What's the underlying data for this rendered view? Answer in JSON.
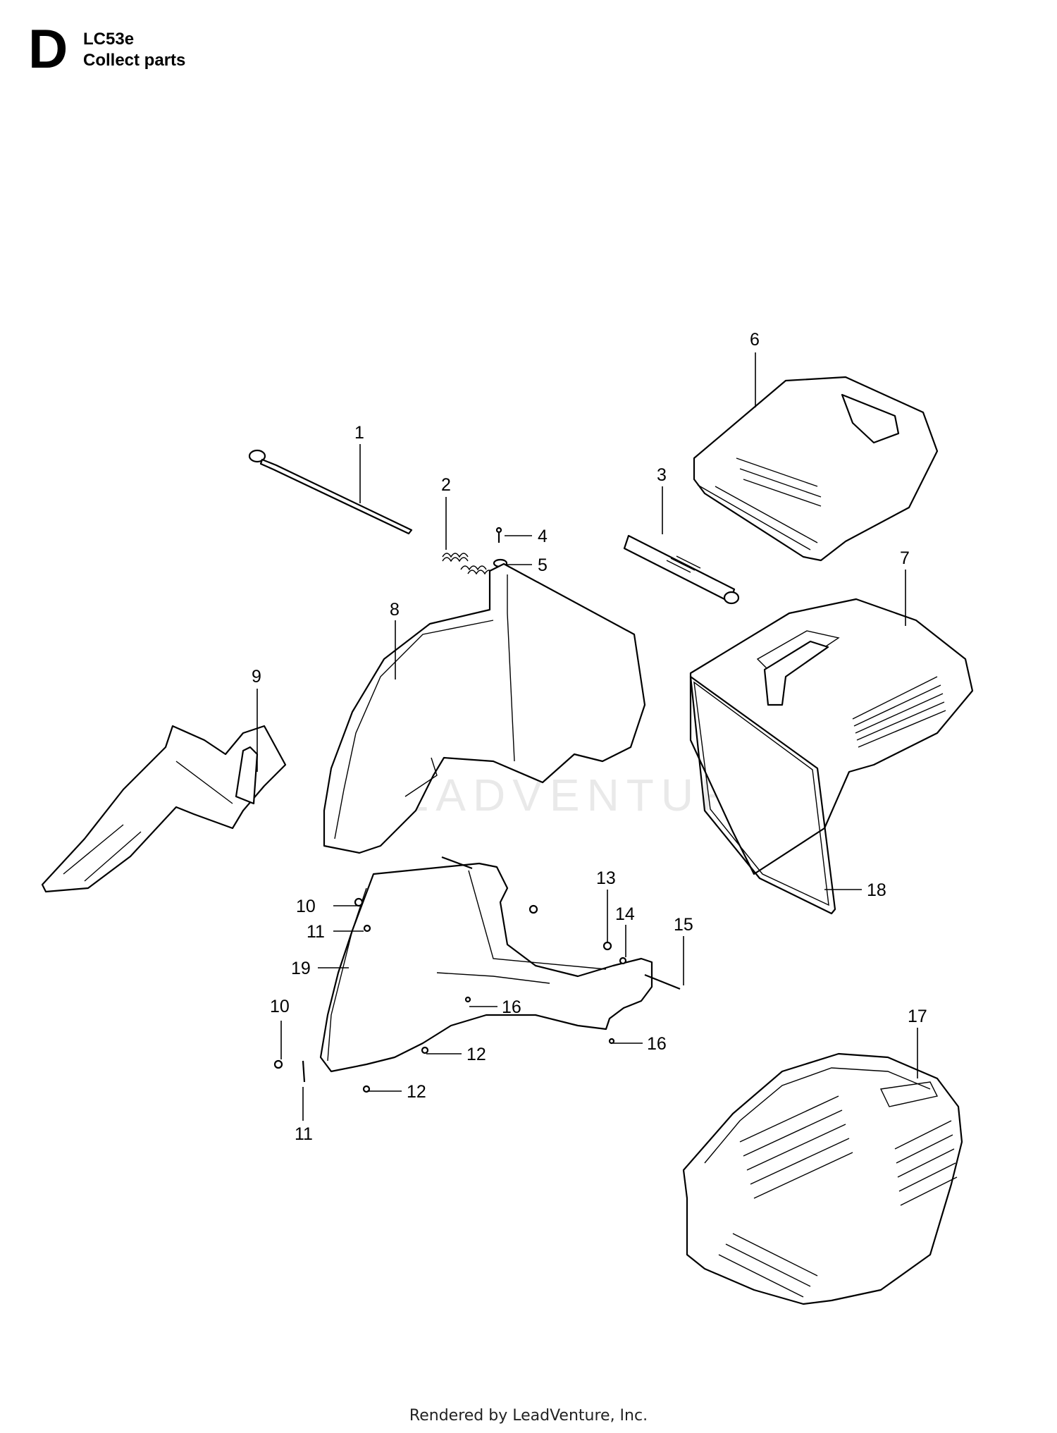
{
  "header": {
    "section_letter": "D",
    "model": "LC53e",
    "title": "Collect parts"
  },
  "footer": {
    "rendered_by": "Rendered by LeadVenture, Inc."
  },
  "watermark": {
    "text": "LEADVENTURE"
  },
  "callouts": {
    "c1": "1",
    "c2": "2",
    "c3": "3",
    "c4": "4",
    "c5": "5",
    "c6": "6",
    "c7": "7",
    "c8": "8",
    "c9": "9",
    "c10a": "10",
    "c10b": "10",
    "c11a": "11",
    "c11b": "11",
    "c12a": "12",
    "c12b": "12",
    "c13": "13",
    "c14": "14",
    "c15": "15",
    "c16a": "16",
    "c16b": "16",
    "c17": "17",
    "c18": "18",
    "c19": "19"
  },
  "colors": {
    "line": "#000000",
    "background": "#ffffff",
    "watermark": "#d8d8d8"
  }
}
